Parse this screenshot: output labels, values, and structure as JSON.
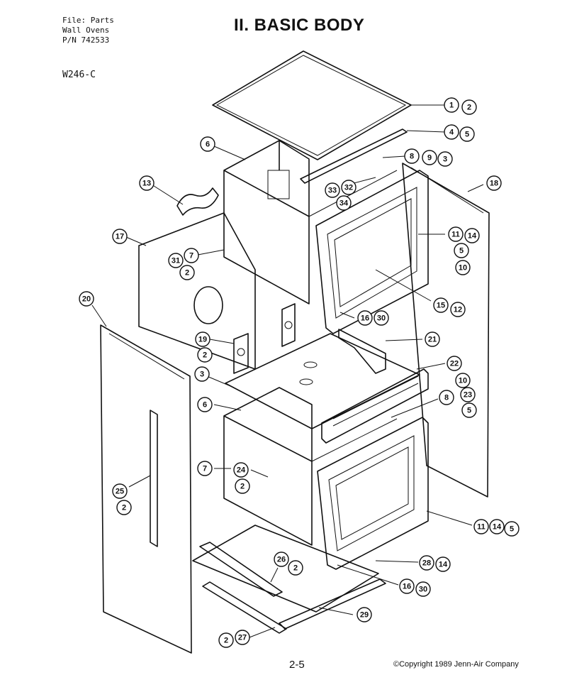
{
  "header": {
    "file_line": "File: Parts",
    "category_line": "Wall Ovens",
    "pn_line": "P/N 742533",
    "model": "W246-C"
  },
  "title": "II. BASIC BODY",
  "footer": {
    "page_number": "2-5",
    "copyright": "©Copyright 1989 Jenn-Air Company"
  },
  "callouts": [
    {
      "id": "c1",
      "label": "1"
    },
    {
      "id": "c2",
      "label": "2"
    },
    {
      "id": "c4",
      "label": "4"
    },
    {
      "id": "c5",
      "label": "5"
    },
    {
      "id": "c6",
      "label": "6"
    },
    {
      "id": "c8",
      "label": "8"
    },
    {
      "id": "c9",
      "label": "9"
    },
    {
      "id": "c3",
      "label": "3"
    },
    {
      "id": "c13",
      "label": "13"
    },
    {
      "id": "c33",
      "label": "33"
    },
    {
      "id": "c32",
      "label": "32"
    },
    {
      "id": "c34",
      "label": "34"
    },
    {
      "id": "c18",
      "label": "18"
    },
    {
      "id": "c17",
      "label": "17"
    },
    {
      "id": "c11",
      "label": "11"
    },
    {
      "id": "c14",
      "label": "14"
    },
    {
      "id": "c5b",
      "label": "5"
    },
    {
      "id": "c10",
      "label": "10"
    },
    {
      "id": "c31",
      "label": "31"
    },
    {
      "id": "c7",
      "label": "7"
    },
    {
      "id": "c2b",
      "label": "2"
    },
    {
      "id": "c20",
      "label": "20"
    },
    {
      "id": "c15",
      "label": "15"
    },
    {
      "id": "c12",
      "label": "12"
    },
    {
      "id": "c16",
      "label": "16"
    },
    {
      "id": "c30",
      "label": "30"
    },
    {
      "id": "c21",
      "label": "21"
    },
    {
      "id": "c19",
      "label": "19"
    },
    {
      "id": "c2c",
      "label": "2"
    },
    {
      "id": "c22",
      "label": "22"
    },
    {
      "id": "c10b",
      "label": "10"
    },
    {
      "id": "c23",
      "label": "23"
    },
    {
      "id": "c5c",
      "label": "5"
    },
    {
      "id": "c3b",
      "label": "3"
    },
    {
      "id": "c6b",
      "label": "6"
    },
    {
      "id": "c8b",
      "label": "8"
    },
    {
      "id": "c7b",
      "label": "7"
    },
    {
      "id": "c24",
      "label": "24"
    },
    {
      "id": "c2d",
      "label": "2"
    },
    {
      "id": "c25",
      "label": "25"
    },
    {
      "id": "c2e",
      "label": "2"
    },
    {
      "id": "c11b",
      "label": "11"
    },
    {
      "id": "c14b",
      "label": "14"
    },
    {
      "id": "c5d",
      "label": "5"
    },
    {
      "id": "c26",
      "label": "26"
    },
    {
      "id": "c2f",
      "label": "2"
    },
    {
      "id": "c28",
      "label": "28"
    },
    {
      "id": "c14c",
      "label": "14"
    },
    {
      "id": "c16b",
      "label": "16"
    },
    {
      "id": "c30b",
      "label": "30"
    },
    {
      "id": "c29",
      "label": "29"
    },
    {
      "id": "c2g",
      "label": "2"
    },
    {
      "id": "c27",
      "label": "27"
    }
  ]
}
